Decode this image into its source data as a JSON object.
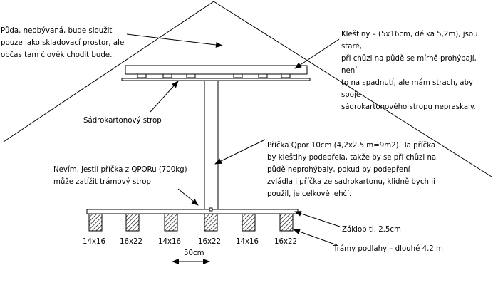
{
  "annotations": {
    "attic": "Půda, neobývaná, bude sloužit\npouze jako skladovací prostor, ale\nobčas tam člověk chodit bude.",
    "joists": "Kleštiny – (5x16cm, délka 5,2m), jsou staré,\npři chůzi na půdě se mírně prohýbají, není\nto na spadnutí, ale mám strach, aby spoje\nsádrokartonového stropu nepraskaly.",
    "ceiling": "Sádrokartonový strop",
    "partition": "Příčka Qpor 10cm (4,2x2.5 m=9m2). Ta příčka\nby kleštiny podepřela, takže by se při chůzi na\npůdě neprohýbaly, pokud by podepření\nzvládla i příčka ze sadrokartonu, klidně bych ji\npoužil, je celkově  lehčí.",
    "question": "Nevím, jestli příčka z QPORu (700kg)\nmůže zatížit trámový strop",
    "subfloor": "Záklop tl. 2.5cm",
    "beams": "Trámy podlahy – dlouhé 4.2 m",
    "spacing": "50cm"
  },
  "beam_sizes": [
    "14x16",
    "16x22",
    "14x16",
    "16x22",
    "14x16",
    "16x22"
  ],
  "colors": {
    "line": "#000000",
    "background": "#ffffff"
  }
}
